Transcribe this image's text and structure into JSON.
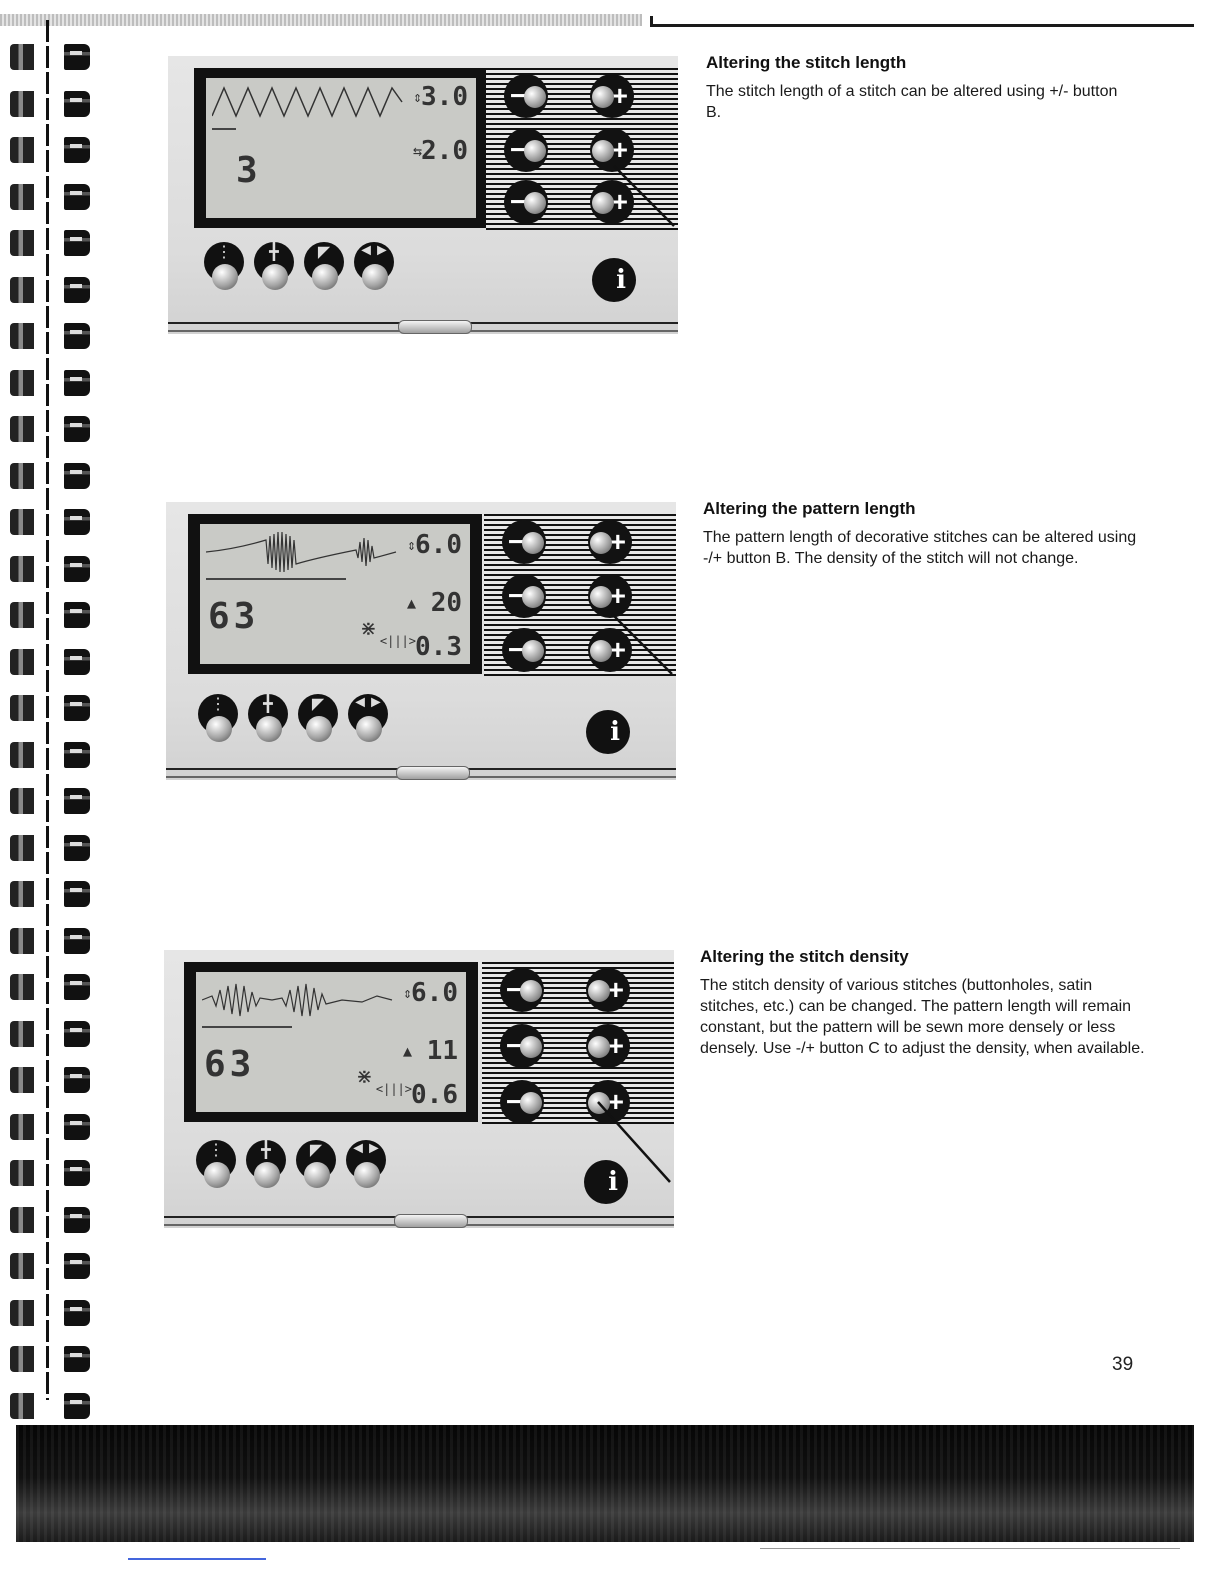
{
  "page": {
    "number": "39"
  },
  "sections": [
    {
      "heading": "Altering the stitch length",
      "body": "The stitch length of a stitch can be altered using +/- button B.",
      "display": {
        "pattern_number": "3",
        "values": [
          "3.0",
          "2.0"
        ],
        "icons": [
          "stitch-width-icon",
          "stitch-length-icon"
        ]
      }
    },
    {
      "heading": "Altering the pattern length",
      "body": "The pattern length of decorative stitches can be altered using -/+ button B. The density of the stitch will not change.",
      "display": {
        "pattern_number": "63",
        "values": [
          "6.0",
          "20",
          "0.3"
        ],
        "icons": [
          "stitch-width-icon",
          "pattern-length-icon",
          "stitch-density-icon"
        ]
      }
    },
    {
      "heading": "Altering the stitch density",
      "body": "The stitch density of various stitches (buttonholes, satin stitches, etc.) can be changed. The pattern length will remain constant, but the pattern will be sewn more densely or less densely. Use -/+ button C to adjust the density, when available.",
      "display": {
        "pattern_number": "63",
        "values": [
          "6.0",
          "11",
          "0.6"
        ],
        "icons": [
          "stitch-width-icon",
          "pattern-length-icon",
          "stitch-density-icon"
        ]
      }
    }
  ],
  "panel_buttons": {
    "minus_label": "−",
    "plus_label": "+",
    "info_label": "i",
    "function_icons": [
      "needle-position-icon",
      "needle-stop-icon",
      "presser-foot-icon",
      "mirror-image-icon"
    ]
  },
  "colors": {
    "display_bg": "#c9cac6",
    "button": "#121212",
    "band": "#111111"
  }
}
